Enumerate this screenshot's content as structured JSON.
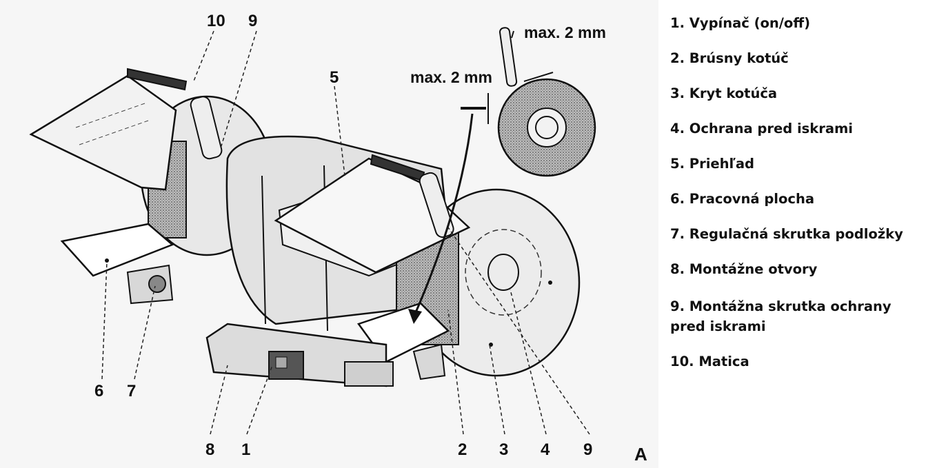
{
  "figure": {
    "label_max_top": "max. 2 mm",
    "label_max_side": "max. 2 mm",
    "figure_letter": "A",
    "callouts": [
      "10",
      "9",
      "5",
      "6",
      "7",
      "8",
      "1",
      "2",
      "3",
      "4",
      "9"
    ]
  },
  "legend": {
    "items": [
      {
        "number": "1.",
        "text": "Vypínač (on/off)"
      },
      {
        "number": "2.",
        "text": "Brúsny kotúč"
      },
      {
        "number": "3.",
        "text": "Kryt kotúča"
      },
      {
        "number": "4.",
        "text": "Ochrana pred iskrami"
      },
      {
        "number": "5.",
        "text": "Priehľad"
      },
      {
        "number": "6.",
        "text": "Pracovná plocha"
      },
      {
        "number": "7.",
        "text": "Regulačná skrutka podložky"
      },
      {
        "number": "8.",
        "text": "Montážne otvory"
      },
      {
        "number": "9.",
        "text": "Montážna skrutka ochrany pred iskrami"
      },
      {
        "number": "10.",
        "text": "Matica"
      }
    ]
  }
}
